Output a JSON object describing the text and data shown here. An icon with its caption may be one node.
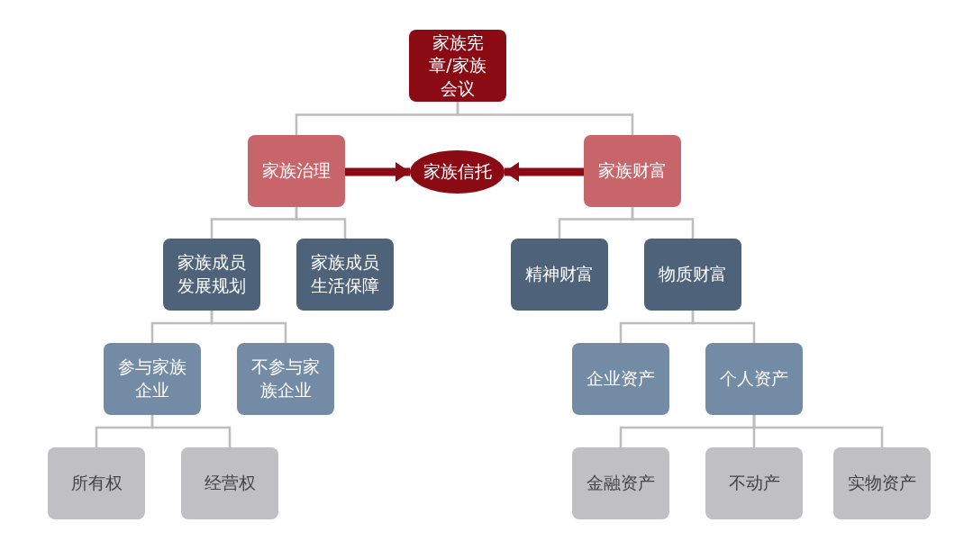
{
  "diagram": {
    "nodes": [
      {
        "text": [
          "家族宪章/家族会议"
        ]
      },
      {
        "text": [
          "家族治理"
        ]
      },
      {
        "text": [
          "家族信托"
        ]
      },
      {
        "text": [
          "家族财富"
        ]
      },
      {
        "text": [
          "家族成员发展规划"
        ]
      },
      {
        "text": [
          "家族成员生活保障"
        ]
      },
      {
        "text": [
          "精神财富"
        ]
      },
      {
        "text": [
          "物质财富"
        ]
      },
      {
        "text": [
          "参与家族企业"
        ]
      },
      {
        "text": [
          "不参与家族企业"
        ]
      },
      {
        "text": [
          "企业资产"
        ]
      },
      {
        "text": [
          "个人资产"
        ]
      },
      {
        "text": [
          "所有权"
        ]
      },
      {
        "text": [
          "经营权"
        ]
      },
      {
        "text": [
          "金融资产"
        ]
      },
      {
        "text": [
          "不动产"
        ]
      },
      {
        "text": [
          "实物资产"
        ]
      }
    ],
    "edges": [
      {
        "from": 0,
        "to": 1,
        "arrow": "none"
      },
      {
        "from": 0,
        "to": 3,
        "arrow": "none"
      },
      {
        "from": 1,
        "to": 2,
        "arrow": "to",
        "style": "thick",
        "color": "#8b0b14"
      },
      {
        "from": 3,
        "to": 2,
        "arrow": "to",
        "style": "thick",
        "color": "#8b0b14"
      },
      {
        "from": 1,
        "to": 4,
        "arrow": "none"
      },
      {
        "from": 1,
        "to": 5,
        "arrow": "none"
      },
      {
        "from": 3,
        "to": 6,
        "arrow": "none"
      },
      {
        "from": 3,
        "to": 7,
        "arrow": "none"
      },
      {
        "from": 4,
        "to": 8,
        "arrow": "none"
      },
      {
        "from": 4,
        "to": 9,
        "arrow": "none"
      },
      {
        "from": 7,
        "to": 10,
        "arrow": "none"
      },
      {
        "from": 7,
        "to": 11,
        "arrow": "none"
      },
      {
        "from": 8,
        "to": 12,
        "arrow": "none"
      },
      {
        "from": 8,
        "to": 13,
        "arrow": "none"
      },
      {
        "from": 11,
        "to": 14,
        "arrow": "none"
      },
      {
        "from": 11,
        "to": 15,
        "arrow": "none"
      },
      {
        "from": 11,
        "to": 16,
        "arrow": "none"
      }
    ]
  }
}
